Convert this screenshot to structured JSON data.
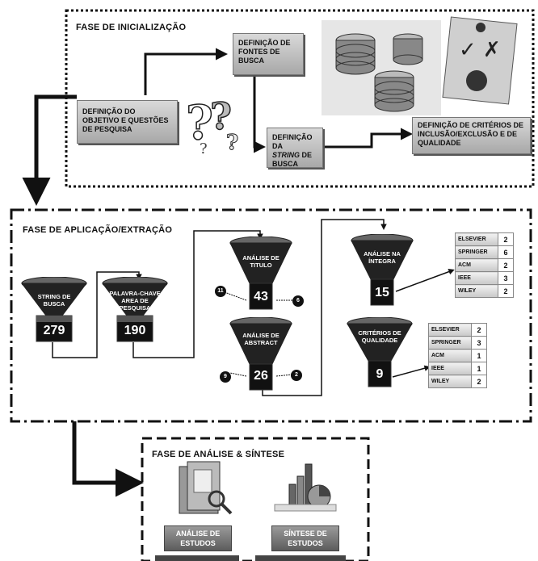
{
  "phases": {
    "init": {
      "title": "FASE DE INICIALIZAÇÃO"
    },
    "apply": {
      "title": "FASE DE APLICAÇÃO/EXTRAÇÃO"
    },
    "analysis": {
      "title": "FASE DE ANÁLISE & SÍNTESE"
    }
  },
  "init_boxes": {
    "objetivo": "DEFINIÇÃO DO OBJETIVO E QUESTÕES DE PESQUISA",
    "fontes": "DEFINIÇÃO DE FONTES DE BUSCA",
    "string_line1": "DEFINIÇÃO DA",
    "string_em": "STRING",
    "string_line2": " DE BUSCA",
    "criterios": "DEFINIÇÃO DE CRITÉRIOS DE INCLUSÃO/EXCLUSÃO E DE QUALIDADE"
  },
  "funnels": {
    "string_busca": {
      "label": "STRING DE BUSCA",
      "count": "279"
    },
    "palavra_chave": {
      "label": "PALAVRA-CHAVE AREA DE PESQUISA",
      "count": "190"
    },
    "titulo": {
      "label": "ANÁLISE DE TITULO",
      "count": "43",
      "left": "11",
      "right": "6"
    },
    "abstract": {
      "label": "ANÁLISE DE ABSTRACT",
      "count": "26",
      "left": "9",
      "right": "2"
    },
    "integra": {
      "label": "ANÁLISE NA ÍNTEGRA",
      "count": "15"
    },
    "qualidade": {
      "label": "CRITÉRIOS DE QUALIDADE",
      "count": "9"
    }
  },
  "table_integra": [
    {
      "name": "ELSEVIER",
      "value": "2"
    },
    {
      "name": "SPRINGER",
      "value": "6"
    },
    {
      "name": "ACM",
      "value": "2"
    },
    {
      "name": "IEEE",
      "value": "3"
    },
    {
      "name": "WILEY",
      "value": "2"
    }
  ],
  "table_qualidade": [
    {
      "name": "ELSEVIER",
      "value": "2"
    },
    {
      "name": "SPRINGER",
      "value": "3"
    },
    {
      "name": "ACM",
      "value": "1"
    },
    {
      "name": "IEEE",
      "value": "1"
    },
    {
      "name": "WILEY",
      "value": "2"
    }
  ],
  "analysis_buttons": {
    "analise": "ANÁLISE DE ESTUDOS",
    "sintese": "SÍNTESE DE ESTUDOS"
  },
  "icons": [
    "question-marks-icon",
    "database-icon",
    "checklist-icon",
    "folder-search-icon",
    "chart-icon"
  ]
}
